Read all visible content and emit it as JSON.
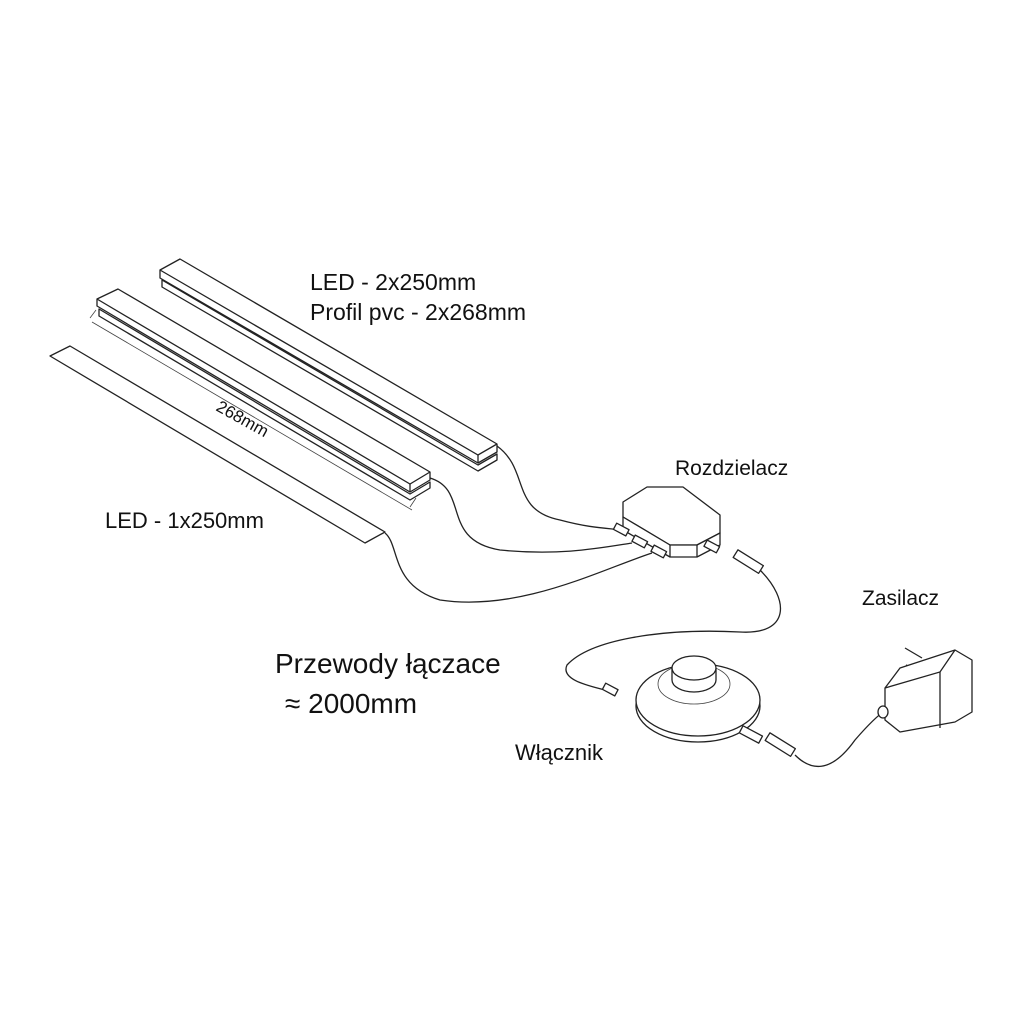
{
  "labels": {
    "led_top": "LED - 2x250mm",
    "profile": "Profil pvc - 2x268mm",
    "dimension": "268mm",
    "led_bottom": "LED - 1x250mm",
    "splitter": "Rozdzielacz",
    "power_supply": "Zasilacz",
    "cables": "Przewody łączace",
    "cable_length": "≈ 2000mm",
    "switch": "Włącznik"
  },
  "colors": {
    "line": "#222222",
    "text": "#111111",
    "background": "#ffffff"
  }
}
